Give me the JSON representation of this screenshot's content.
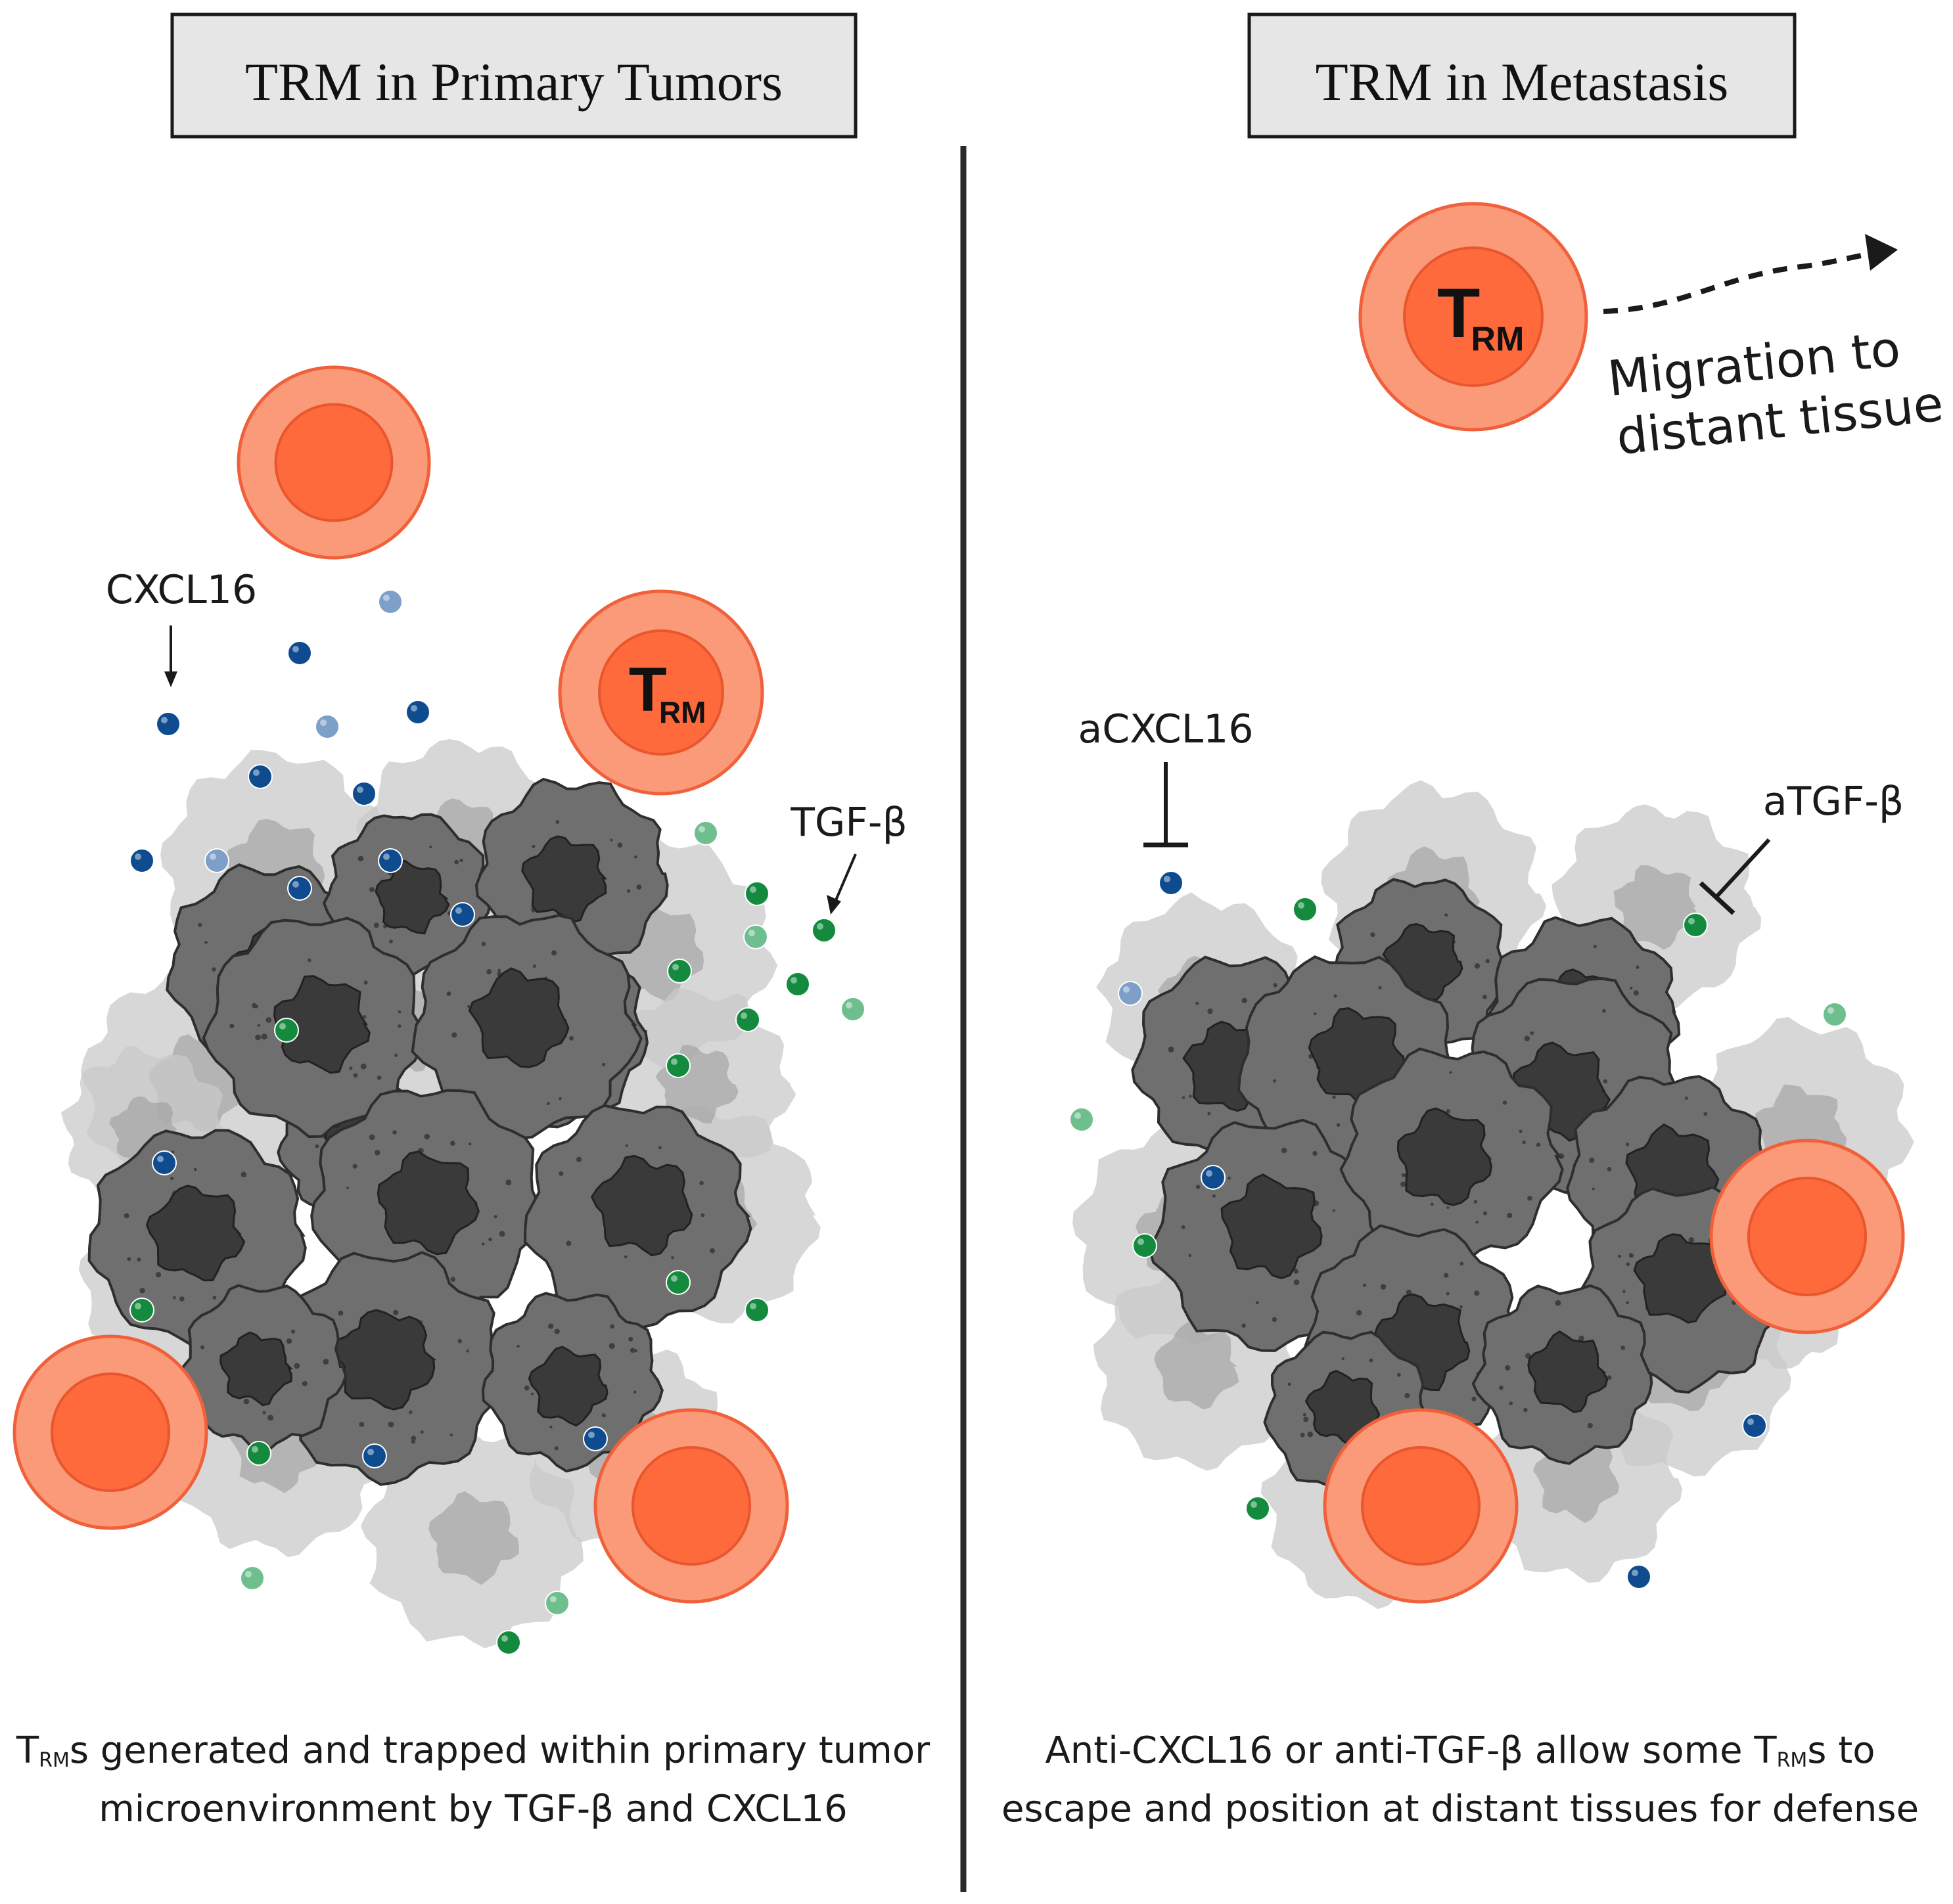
{
  "panels": {
    "left": {
      "title": "TRM in Primary Tumors",
      "labels": {
        "cxcl16": "CXCL16",
        "tgf_beta": "TGF-β"
      },
      "trm_label": {
        "main": "T",
        "sub": "RM"
      },
      "caption": {
        "line1_sub": "RM",
        "line1_main": "T",
        "line1_rest": "s generated and trapped within primary tumor",
        "line2": "microenvironment by TGF-β and CXCL16"
      }
    },
    "right": {
      "title": "TRM in Metastasis",
      "labels": {
        "acxcl16": "aCXCL16",
        "atgf_beta": "aTGF-β",
        "migration_line1": "Migration to",
        "migration_line2": "distant tissue"
      },
      "trm_label": {
        "main": "T",
        "sub": "RM"
      },
      "caption": {
        "line1_start": "Anti-CXCL16 or anti-TGF-β allow some T",
        "line1_sub": "RM",
        "line1_end": "s to",
        "line2": "escape and position at distant tissues for defense"
      }
    }
  },
  "colors": {
    "trm_outer": "#fb9a78",
    "trm_inner": "#ff6a3d",
    "trm_stroke": "#f0603a",
    "tumor_dark": "#6f6f6f",
    "tumor_light": "#c9c9c9",
    "nucleus": "#3a3a3a",
    "cxcl16_dark": "#0f4c8f",
    "cxcl16_light": "#7d9fc8",
    "tgf_dark": "#148a3e",
    "tgf_light": "#6fbf8e"
  }
}
